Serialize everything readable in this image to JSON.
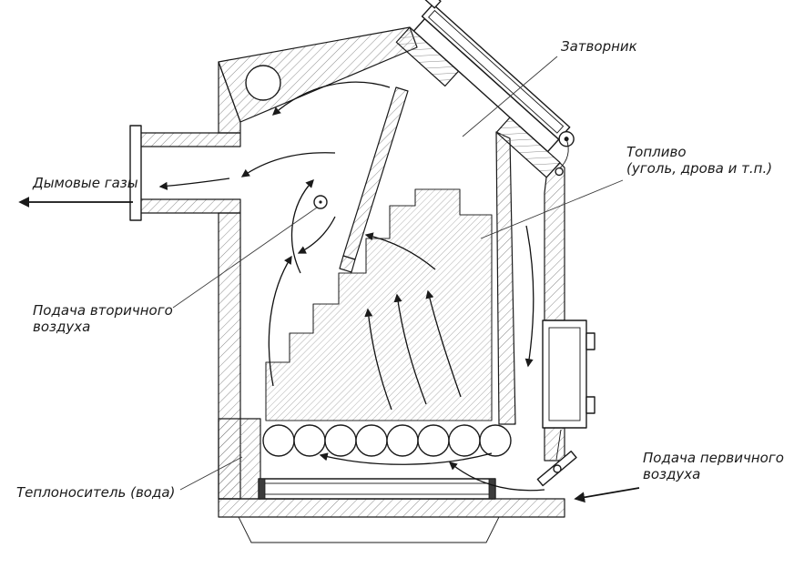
{
  "diagram": {
    "labels": {
      "flue_gases": "Дымовые газы",
      "shutter": "Затворник",
      "fuel_line1": "Топливо",
      "fuel_line2": "(уголь, дрова и т.п.)",
      "secondary_air_line1": "Подача вторичного",
      "secondary_air_line2": "воздуха",
      "coolant": "Теплоноситель (вода)",
      "primary_air_line1": "Подача первичного",
      "primary_air_line2": "воздуха"
    },
    "colors": {
      "line": "#1a1a1a",
      "hatch": "#808080",
      "background": "#ffffff"
    }
  }
}
